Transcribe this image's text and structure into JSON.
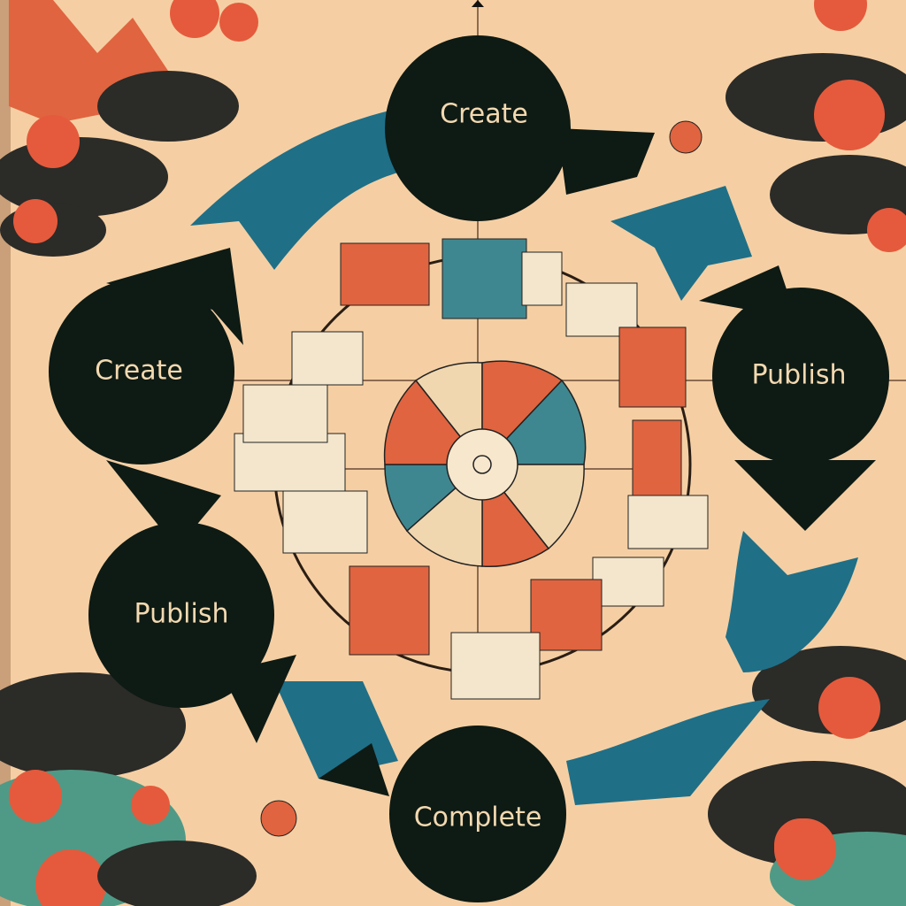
{
  "nodes": [
    {
      "id": "top",
      "label": "Create"
    },
    {
      "id": "left",
      "label": "Create"
    },
    {
      "id": "right",
      "label": "Publish"
    },
    {
      "id": "left-bottom",
      "label": "Publish"
    },
    {
      "id": "bottom",
      "label": "Complete"
    }
  ],
  "colors": {
    "background": "#f5cfa3",
    "node": "#0e1a14",
    "arrow": "#1f6f87",
    "accent": "#e55a3c",
    "cloud": "#2b2b28",
    "wave": "#4f9a86"
  }
}
